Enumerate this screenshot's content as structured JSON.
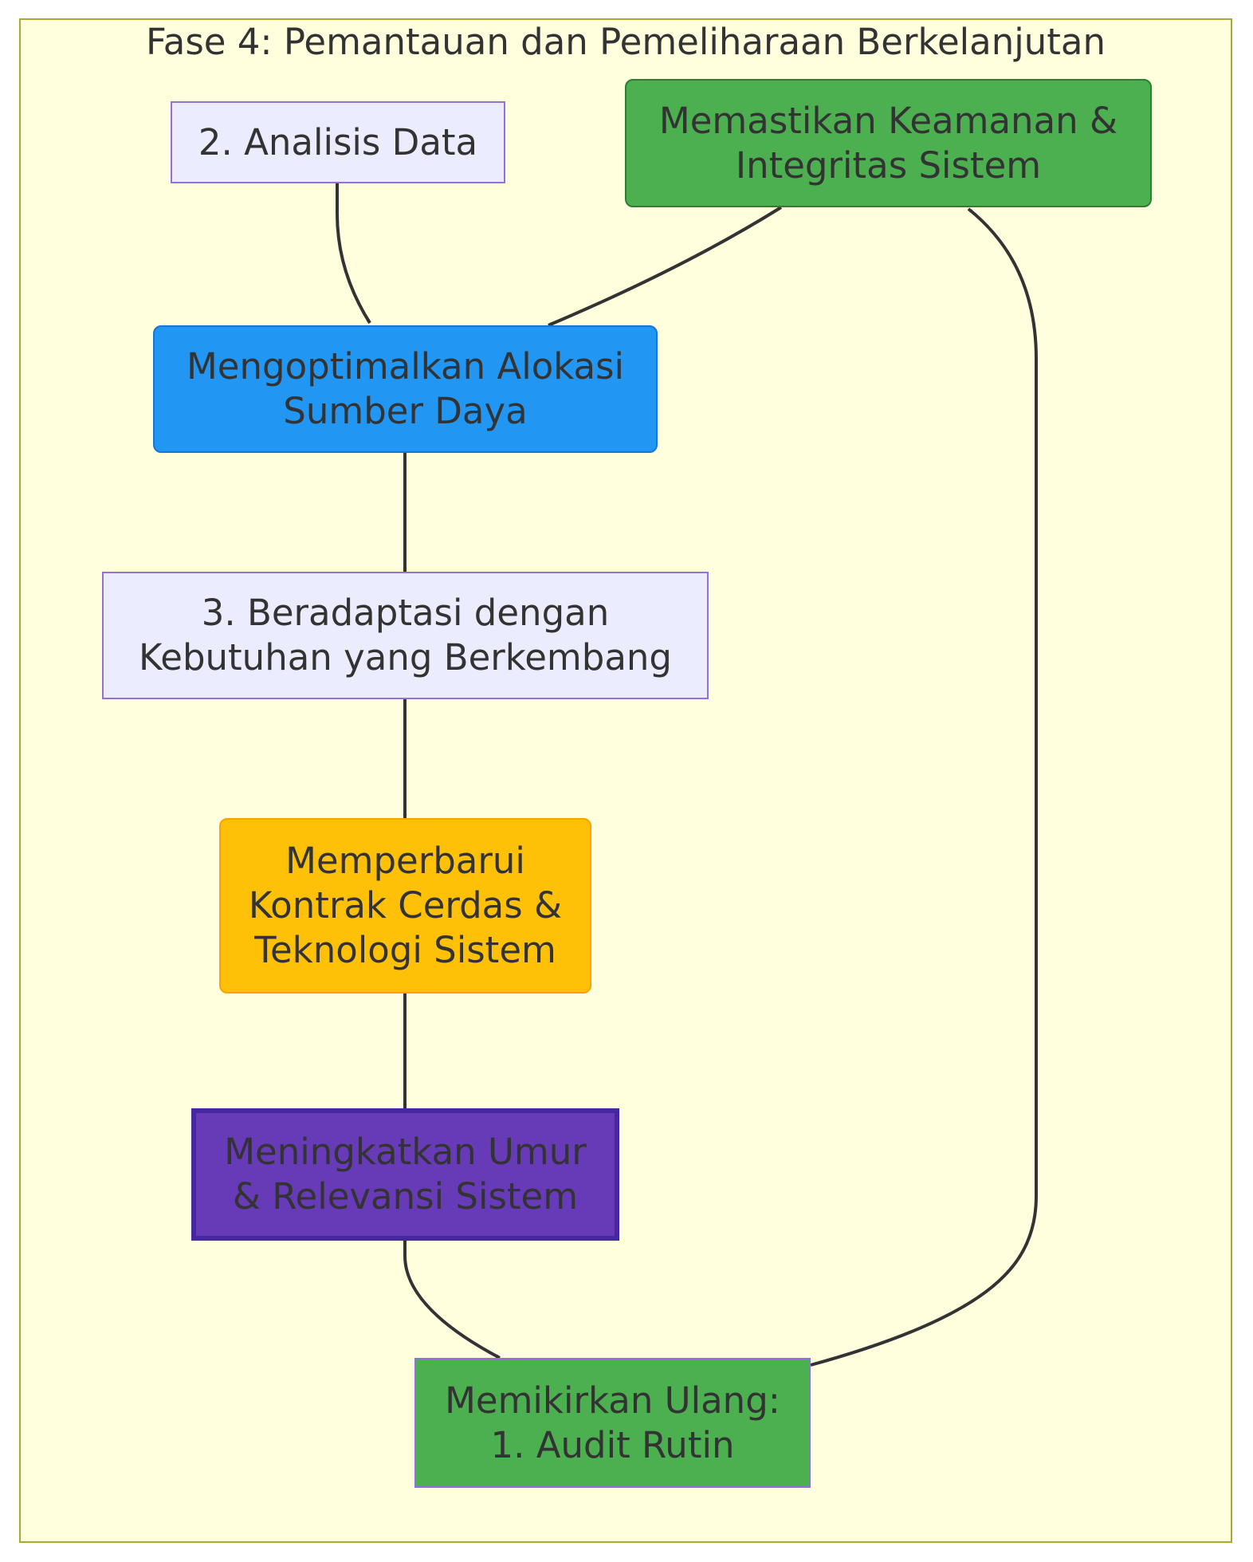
{
  "cluster": {
    "title": "Fase 4: Pemantauan dan Pemeliharaan Berkelanjutan"
  },
  "nodes": {
    "analisis": "2. Analisis Data",
    "keamanan": "Memastikan Keamanan &\nIntegritas Sistem",
    "optimalkan": "Mengoptimalkan Alokasi\nSumber Daya",
    "adaptasi": "3. Beradaptasi dengan\nKebutuhan yang Berkembang",
    "perbarui": "Memperbarui\nKontrak Cerdas &\nTeknologi Sistem",
    "umur": "Meningkatkan Umur\n& Relevansi Sistem",
    "audit": "Memikirkan Ulang:\n1. Audit Rutin"
  },
  "colors": {
    "cluster_fill": "#ffffde",
    "cluster_border": "#aaaa33",
    "default_node": "#ececff",
    "green": "#4caf50",
    "blue": "#2196f3",
    "yellow": "#ffc107",
    "purple": "#673ab7",
    "edge": "#333333"
  }
}
